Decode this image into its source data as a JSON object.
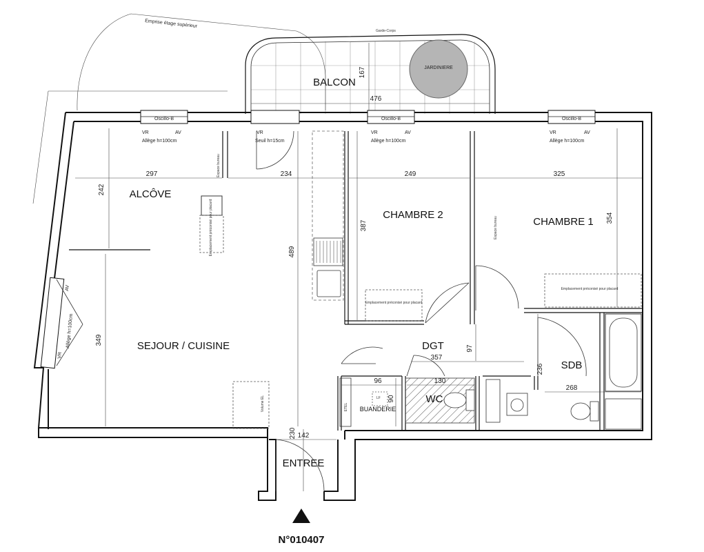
{
  "plan": {
    "lot_number": "N°010407",
    "rooms": {
      "balcon": "BALCON",
      "jardiniere": "JARDINIERE",
      "alcove": "ALCÔVE",
      "chambre2": "CHAMBRE 2",
      "chambre1": "CHAMBRE 1",
      "sejour": "SEJOUR / CUISINE",
      "dgt": "DGT",
      "sdb": "SDB",
      "wc": "WC",
      "buanderie": "BUANDERIE",
      "entree": "ENTREE"
    },
    "annotations": {
      "emprise": "Emprise étage supérieur",
      "garde_corps": "Garde-Corps",
      "oscillo1": "Oscillo-B",
      "oscillo2": "Oscillo-B",
      "oscillo3": "Oscillo-B",
      "vr1": "VR",
      "av1": "AV",
      "vr2": "VR",
      "vr3": "VR",
      "av3": "AV",
      "vr4": "VR",
      "av4": "AV",
      "vr5": "VR",
      "av5": "AV",
      "allege1": "Allège h=100cm",
      "allege2": "Allège h=100cm",
      "allege3": "Allège h=100cm",
      "allege4": "Allège h=100cm",
      "seuil": "Seuil  h=15cm",
      "espace_bureau1": "Espace bureau",
      "espace_bureau2": "Espace bureau",
      "placard_alcove": "Emplacement préconisé pour placard",
      "placard_ch2": "Emplacement préconisé pour placard",
      "placard_ch1": "Emplacement préconisé pour placard",
      "volume": "Volume EL",
      "etel": "ETEL",
      "lf": "LF"
    },
    "dimensions": {
      "balcon_width": "476",
      "balcon_depth": "167",
      "alcove_width": "297",
      "alcove_depth": "242",
      "passage_width": "234",
      "ch2_width": "249",
      "ch2_depth": "387",
      "ch1_width": "325",
      "ch1_depth": "354",
      "sejour_depth": "489",
      "sejour_lower": "349",
      "dgt_width": "357",
      "dgt_depth": "97",
      "sdb_depth": "236",
      "sdb_width": "268",
      "buanderie_width": "96",
      "buanderie_depth": "90",
      "wc_width": "130",
      "entree_width": "142",
      "entree_depth": "230"
    }
  }
}
